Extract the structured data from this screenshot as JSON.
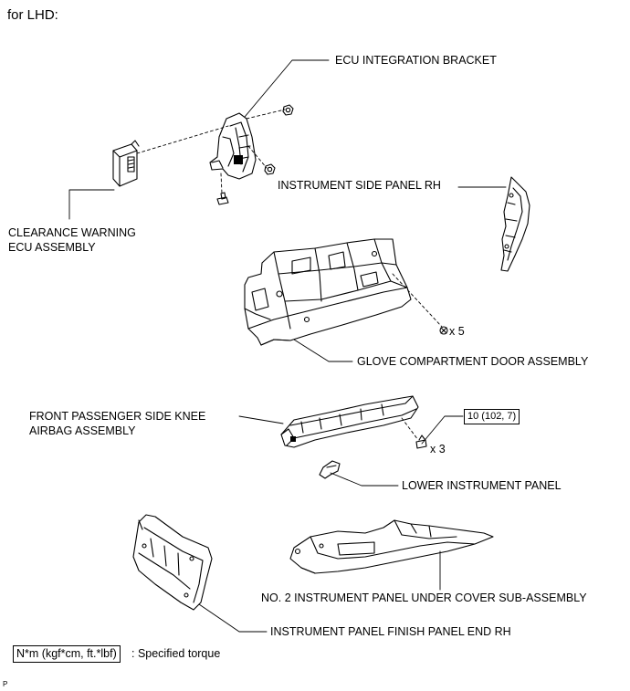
{
  "header": {
    "title": "for LHD:"
  },
  "callouts": {
    "ecu_bracket": "ECU INTEGRATION BRACKET",
    "side_panel": "INSTRUMENT SIDE PANEL RH",
    "clearance_ecu_line1": "CLEARANCE WARNING",
    "clearance_ecu_line2": "ECU ASSEMBLY",
    "glove_box": "GLOVE COMPARTMENT DOOR ASSEMBLY",
    "knee_airbag_line1": "FRONT PASSENGER SIDE KNEE",
    "knee_airbag_line2": "AIRBAG ASSEMBLY",
    "lower_panel": "LOWER INSTRUMENT PANEL",
    "under_cover": "NO. 2 INSTRUMENT PANEL UNDER COVER SUB-ASSEMBLY",
    "finish_panel": "INSTRUMENT PANEL FINISH PANEL END RH"
  },
  "quantities": {
    "glove_screws": "x 5",
    "airbag_bolts": "x 3"
  },
  "torque": {
    "airbag_bolts": "10 (102, 7)"
  },
  "legend": {
    "unit_box": "N*m (kgf*cm, ft.*lbf)",
    "unit_text": ": Specified torque"
  },
  "footer": {
    "code": "P"
  }
}
